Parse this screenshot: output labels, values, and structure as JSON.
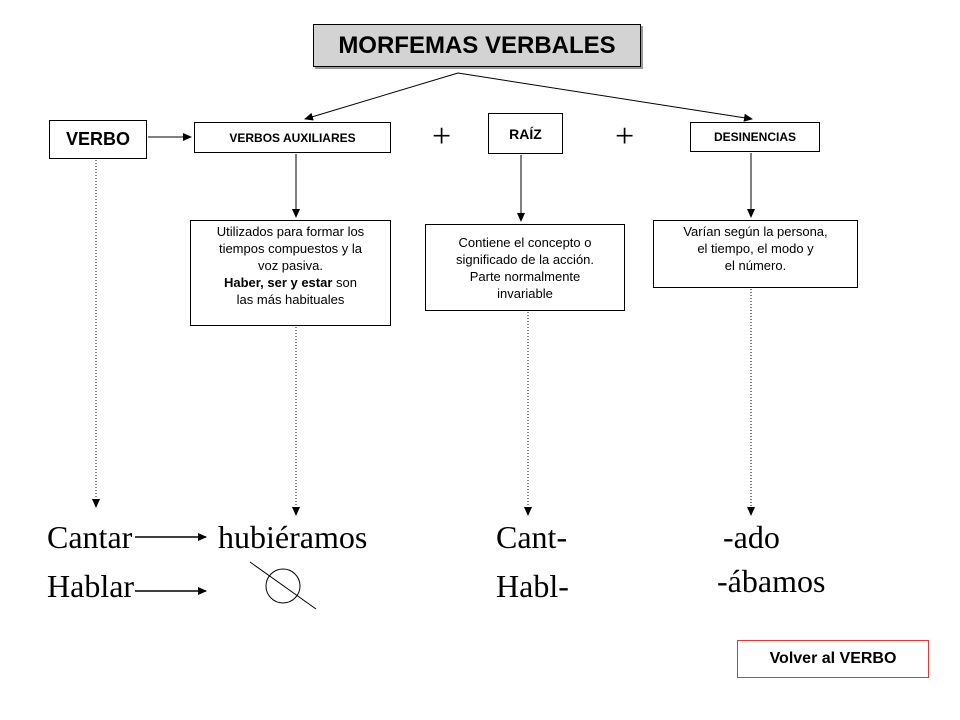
{
  "title": "MORFEMAS VERBALES",
  "verbo": "VERBO",
  "auxiliares": {
    "label": "VERBOS AUXILIARES",
    "desc_lines": [
      "Utilizados para formar los",
      "tiempos compuestos y la",
      "voz pasiva."
    ],
    "desc_bold_line": "Haber, ser y estar",
    "desc_tail_1": " son",
    "desc_tail_2": "las más habituales"
  },
  "raiz": {
    "label": "RAÍZ",
    "desc_lines": [
      "Contiene el concepto o",
      "significado de la acción.",
      "Parte normalmente",
      "invariable"
    ]
  },
  "desinencias": {
    "label": "DESINENCIAS",
    "desc_lines": [
      "Varían según la persona,",
      "el tiempo, el modo y",
      "el número."
    ]
  },
  "plus_symbol": "+",
  "examples": {
    "row1": {
      "verb": "Cantar",
      "aux": "hubiéramos",
      "root": "Cant-",
      "ending": "-ado"
    },
    "row2": {
      "verb": "Hablar",
      "root": "Habl-",
      "ending": "-ábamos"
    }
  },
  "back_button": "Volver al VERBO",
  "colors": {
    "title_bg": "#d3d3d3",
    "button_border": "#e53935"
  }
}
